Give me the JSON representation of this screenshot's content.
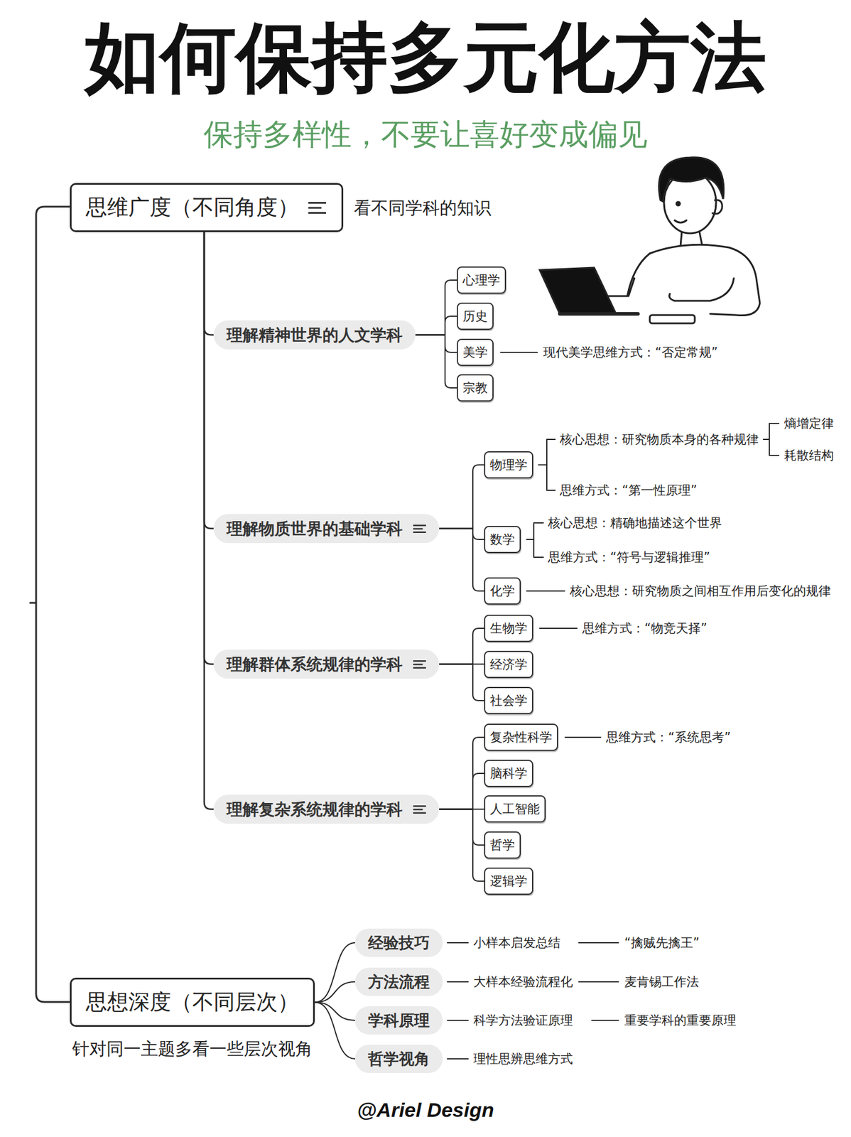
{
  "diagram": {
    "title": "如何保持多元化方法",
    "nodes": [
      {
        "text": [
          "思维广度（不同角度）"
        ]
      },
      {
        "text": [
          "理解精神世界的人文学科"
        ]
      },
      {
        "text": [
          "心理学"
        ]
      },
      {
        "text": [
          "历史"
        ]
      },
      {
        "text": [
          "美学"
        ]
      },
      {
        "text": [
          "宗教"
        ]
      },
      {
        "text": [
          "理解物质世界的基础学科"
        ]
      },
      {
        "text": [
          "物理学"
        ]
      },
      {
        "text": [
          "数学"
        ]
      },
      {
        "text": [
          "化学"
        ]
      },
      {
        "text": [
          "理解群体系统规律的学科"
        ]
      },
      {
        "text": [
          "生物学"
        ]
      },
      {
        "text": [
          "经济学"
        ]
      },
      {
        "text": [
          "社会学"
        ]
      },
      {
        "text": [
          "理解复杂系统规律的学科"
        ]
      },
      {
        "text": [
          "复杂性科学"
        ]
      },
      {
        "text": [
          "脑科学"
        ]
      },
      {
        "text": [
          "人工智能"
        ]
      },
      {
        "text": [
          "哲学"
        ]
      },
      {
        "text": [
          "逻辑学"
        ]
      },
      {
        "text": [
          "思想深度（不同层次）"
        ]
      },
      {
        "text": [
          "经验技巧"
        ]
      },
      {
        "text": [
          "方法流程"
        ]
      },
      {
        "text": [
          "学科原理"
        ]
      },
      {
        "text": [
          "哲学视角"
        ]
      }
    ],
    "edges": [
      {
        "from": 0,
        "to": 1,
        "arrow": "none"
      },
      {
        "from": 0,
        "to": 6,
        "arrow": "none"
      },
      {
        "from": 0,
        "to": 10,
        "arrow": "none"
      },
      {
        "from": 0,
        "to": 14,
        "arrow": "none"
      },
      {
        "from": 1,
        "to": 2,
        "arrow": "none"
      },
      {
        "from": 1,
        "to": 3,
        "arrow": "none"
      },
      {
        "from": 1,
        "to": 4,
        "arrow": "none"
      },
      {
        "from": 1,
        "to": 5,
        "arrow": "none"
      },
      {
        "from": 6,
        "to": 7,
        "arrow": "none"
      },
      {
        "from": 6,
        "to": 8,
        "arrow": "none"
      },
      {
        "from": 6,
        "to": 9,
        "arrow": "none"
      },
      {
        "from": 10,
        "to": 11,
        "arrow": "none"
      },
      {
        "from": 10,
        "to": 12,
        "arrow": "none"
      },
      {
        "from": 10,
        "to": 13,
        "arrow": "none"
      },
      {
        "from": 14,
        "to": 15,
        "arrow": "none"
      },
      {
        "from": 14,
        "to": 16,
        "arrow": "none"
      },
      {
        "from": 14,
        "to": 17,
        "arrow": "none"
      },
      {
        "from": 14,
        "to": 18,
        "arrow": "none"
      },
      {
        "from": 14,
        "to": 19,
        "arrow": "none"
      },
      {
        "from": 20,
        "to": 21,
        "arrow": "none"
      },
      {
        "from": 20,
        "to": 22,
        "arrow": "none"
      },
      {
        "from": 20,
        "to": 23,
        "arrow": "none"
      },
      {
        "from": 20,
        "to": 24,
        "arrow": "none"
      }
    ],
    "labels": [
      "保持多样性，不要让喜好变成偏见",
      "看不同学科的知识",
      "现代美学思维方式：“否定常规”",
      "核心思想：研究物质本身的各种规律",
      "熵增定律",
      "耗散结构",
      "思维方式：“第一性原理”",
      "核心思想：精确地描述这个世界",
      "思维方式：“符号与逻辑推理”",
      "核心思想：研究物质之间相互作用后变化的规律",
      "思维方式：“物竞天择”",
      "思维方式：“系统思考”",
      "针对同一主题多看一些层次视角",
      "小样本启发总结",
      "“擒贼先擒王”",
      "大样本经验流程化",
      "麦肯锡工作法",
      "科学方法验证原理",
      "重要学科的重要原理",
      "理性思辨思维方式",
      "@Ariel Design"
    ]
  }
}
